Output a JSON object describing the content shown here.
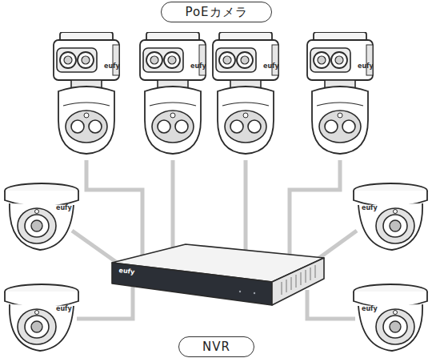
{
  "diagram": {
    "nodes": [
      {
        "text": [
          "PoEカメラ"
        ]
      },
      {
        "text": [
          "NVR"
        ]
      }
    ],
    "labels": [
      "eufy",
      "eufy",
      "eufy",
      "eufy",
      "eufy",
      "eufy",
      "eufy",
      "eufy",
      "eufy"
    ]
  }
}
